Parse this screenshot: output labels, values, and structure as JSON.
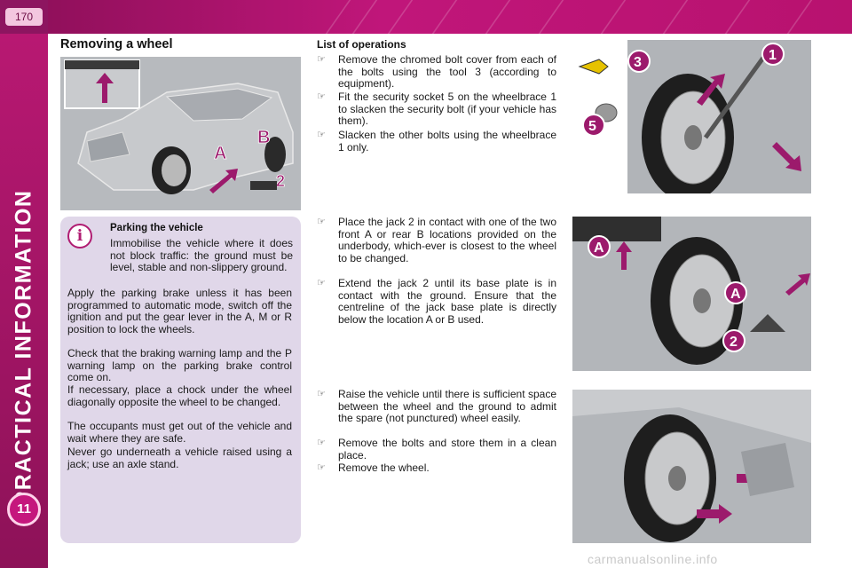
{
  "page_number": "170",
  "side_title": "PRACTICAL INFORMATION",
  "chapter_number": "11",
  "section_title": "Removing a wheel",
  "list_heading": "List of operations",
  "info_box": {
    "title": "Parking the vehicle",
    "first_para": "Immobilise the vehicle where it does not block traffic: the ground must be level, stable and non-slippery ground.",
    "paras": [
      "Apply the parking brake unless it has been programmed to automatic mode, switch off the ignition and put the gear lever in the A, M or R position to lock the wheels.",
      "Check that the braking warning lamp and the P warning lamp on the parking brake control come on.",
      "If necessary, place a chock under the wheel diagonally opposite the wheel to be changed.",
      "The occupants must get out of the vehicle and wait where they are safe.",
      "Never go underneath a vehicle raised using a jack; use an axle stand."
    ]
  },
  "bullet_glyph": "☞",
  "operations": [
    "Remove the chromed bolt cover from each of the bolts using the tool 3 (according to equipment).",
    "Fit the security socket 5 on the wheelbrace 1 to slacken the security bolt (if your vehicle has them).",
    "Slacken the other bolts using the wheelbrace 1 only.",
    "Place the jack 2 in contact with one of the two front A or rear B locations provided on the underbody, which-ever is closest to the wheel to be changed.",
    "Extend the jack 2 until its base plate is in contact with the ground. Ensure that the centreline of the jack base plate is directly below the location A or B used.",
    "Raise the vehicle until there is sufficient space between the wheel and the ground to admit the spare (not punctured) wheel easily.",
    "Remove the bolts and store them in a clean place.",
    "Remove the wheel."
  ],
  "figure_labels": {
    "car": [
      "A",
      "B",
      "2"
    ],
    "wheel": [
      "3",
      "1",
      "5"
    ],
    "jack": [
      "A",
      "A",
      "2"
    ]
  },
  "watermark": "carmanualsonline.info",
  "colors": {
    "accent": "#b8126f",
    "info_bg": "#e0d7e9",
    "arrow": "#9c1a6c"
  }
}
